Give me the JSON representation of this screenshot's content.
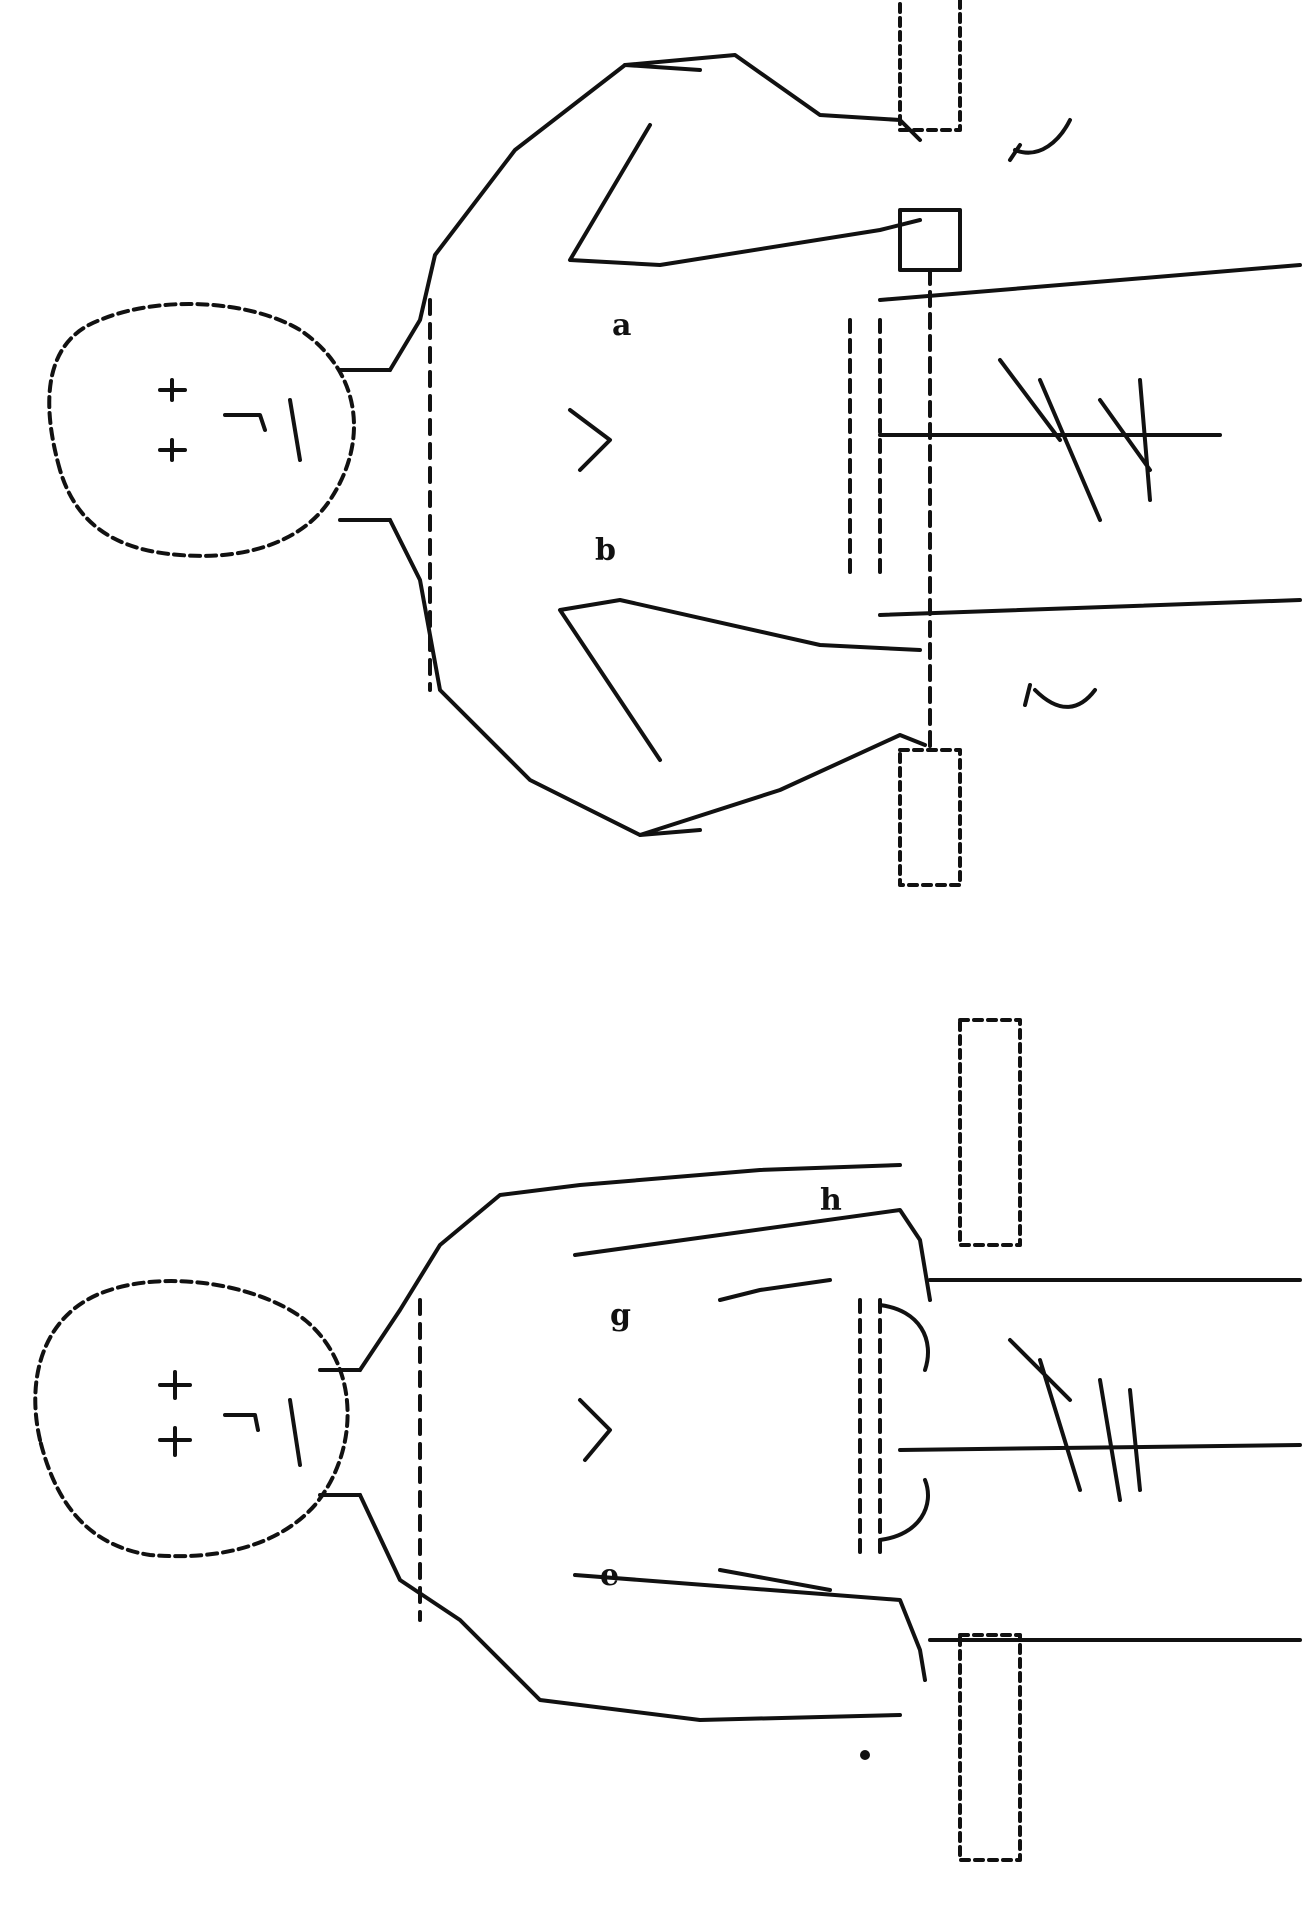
{
  "colors": {
    "ink": "#111111",
    "paper": "#ffffff"
  },
  "figures": [
    {
      "name": "upper-figure-hands-gripping-bar",
      "labels": [
        "a",
        "b"
      ]
    },
    {
      "name": "lower-figure-arms-at-sides",
      "labels": [
        "h",
        "g",
        "e"
      ]
    }
  ]
}
